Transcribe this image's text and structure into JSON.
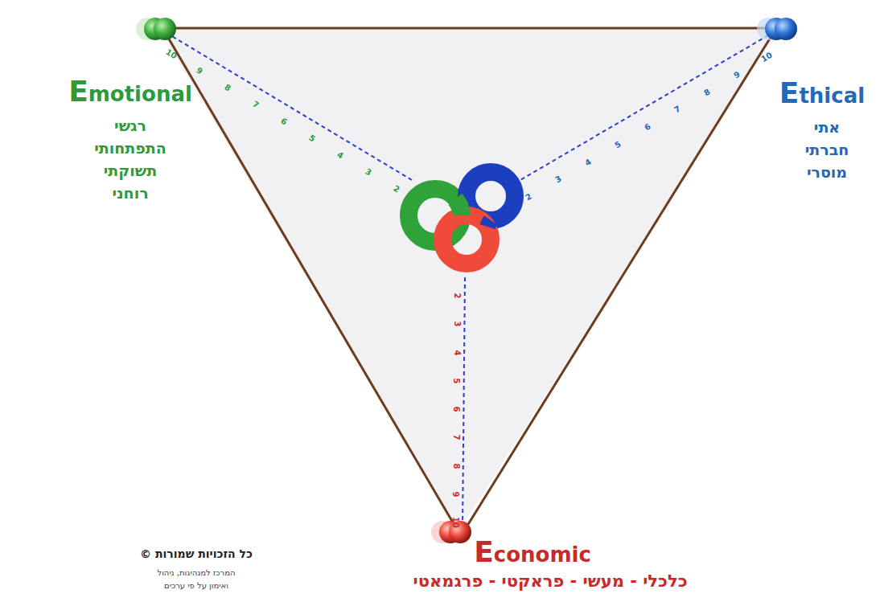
{
  "diagram": {
    "labels": [
      "Emotional",
      "רגשי",
      "התפתחותי",
      "תשוקתי",
      "רוחני",
      "Ethical",
      "אתי",
      "חברתי",
      "מוסרי",
      "Economic",
      "כלכלי - מעשי - פראקטי - פרגמאטי",
      "כל הזכויות שמורות ©",
      "המרכז למנהיגות, ניהול",
      "ואימון על פי ערכים",
      "2",
      "3",
      "4",
      "5",
      "6",
      "7",
      "8",
      "9",
      "10",
      "2",
      "3",
      "4",
      "5",
      "6",
      "7",
      "8",
      "9",
      "10",
      "2",
      "3",
      "4",
      "5",
      "6",
      "7",
      "8",
      "9",
      "10"
    ]
  }
}
